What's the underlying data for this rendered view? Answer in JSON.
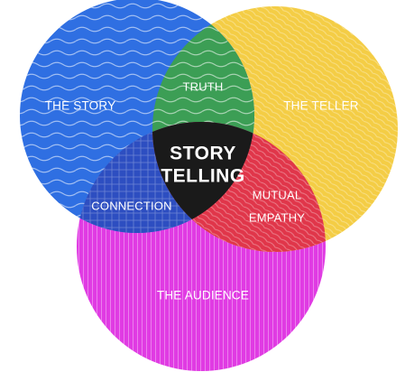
{
  "diagram": {
    "sets": [
      {
        "id": "story",
        "label": "THE STORY",
        "color": "#2f6fe2"
      },
      {
        "id": "teller",
        "label": "THE TELLER",
        "color": "#f4cd45"
      },
      {
        "id": "audience",
        "label": "THE AUDIENCE",
        "color": "#e03be3"
      }
    ],
    "intersections": {
      "story_teller": {
        "label": "TRUTH",
        "color": "#3c9e55"
      },
      "story_audience": {
        "label": "CONNECTION",
        "color": "#2d4ec1"
      },
      "teller_audience": {
        "label_line1": "MUTUAL",
        "label_line2": "EMPATHY",
        "color": "#e0364a"
      },
      "all": {
        "label_line1": "STORY",
        "label_line2": "TELLING",
        "color": "#1a1a1a"
      }
    }
  }
}
